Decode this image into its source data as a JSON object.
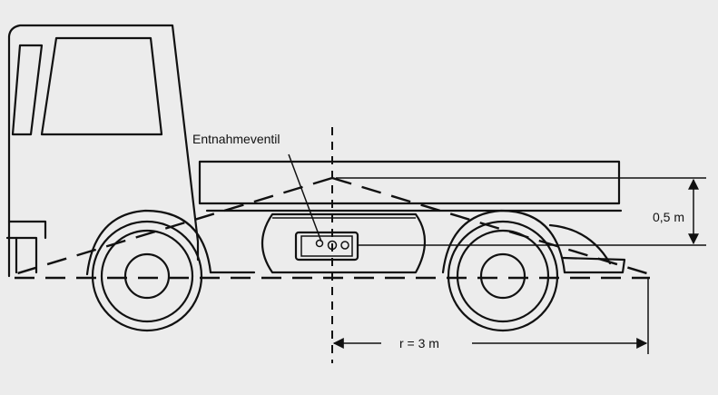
{
  "diagram": {
    "labels": {
      "valve": "Entnahmeventil",
      "height": "0,5 m",
      "radius": "r = 3 m"
    },
    "dimensions": {
      "height_m": 0.5,
      "radius_m": 3
    },
    "colors": {
      "background": "#ececec",
      "ink": "#111111"
    }
  }
}
